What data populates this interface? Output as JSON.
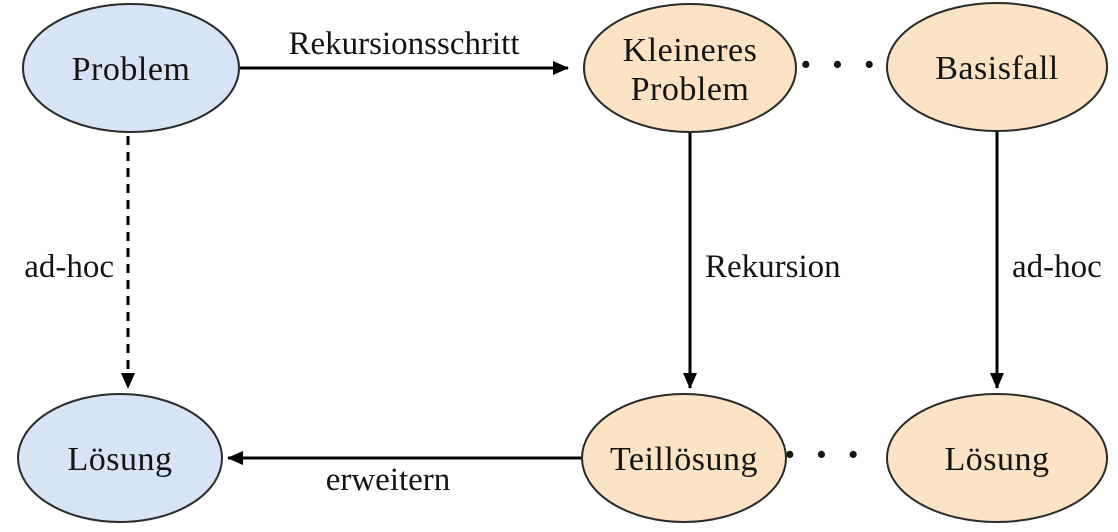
{
  "diagram": {
    "colors": {
      "blue_fill": "#d6e4f6",
      "orange_fill": "#fce3c5",
      "node_stroke": "#2a2a2a",
      "arrow": "#000000",
      "text": "#141414"
    },
    "nodes": {
      "problem": {
        "label": "Problem"
      },
      "kleineres_problem": {
        "line1": "Kleineres",
        "line2": "Problem"
      },
      "basisfall": {
        "label": "Basisfall"
      },
      "loesung_left": {
        "label": "Lösung"
      },
      "teilloesung": {
        "label": "Teillösung"
      },
      "loesung_right": {
        "label": "Lösung"
      }
    },
    "edges": {
      "rekursionsschritt": {
        "label": "Rekursionsschritt"
      },
      "ad_hoc_left": {
        "label": "ad-hoc"
      },
      "rekursion": {
        "label": "Rekursion"
      },
      "ad_hoc_right": {
        "label": "ad-hoc"
      },
      "erweitern": {
        "label": "erweitern"
      }
    },
    "ellipsis_top": "· · ·",
    "ellipsis_bottom": "· · ·"
  }
}
